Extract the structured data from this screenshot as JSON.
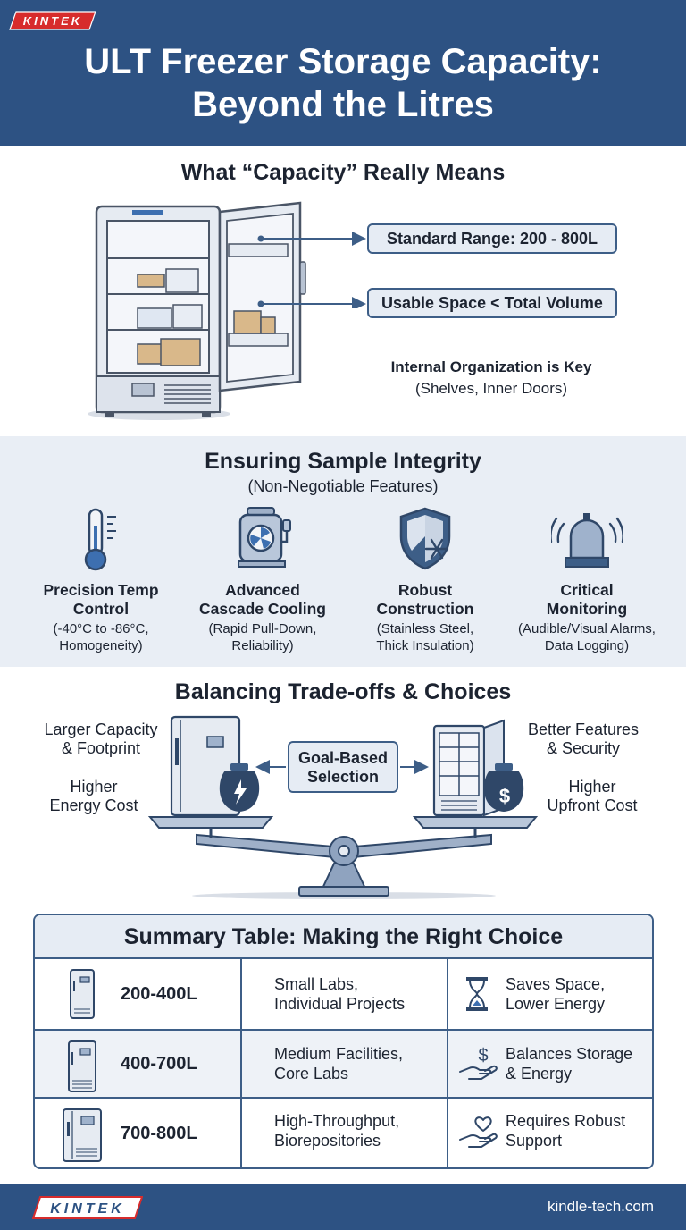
{
  "brand": "KINTEK",
  "title_line1": "ULT Freezer Storage Capacity:",
  "title_line2": "Beyond the Litres",
  "capacity": {
    "title": "What “Capacity” Really Means",
    "callout1": "Standard Range: 200 - 800L",
    "callout2": "Usable Space < Total Volume",
    "note_bold": "Internal Organization is Key",
    "note": "(Shelves, Inner Doors)"
  },
  "integrity": {
    "title": "Ensuring Sample Integrity",
    "subtitle": "(Non-Negotiable Features)",
    "features": [
      {
        "icon": "thermometer-icon",
        "title_line1": "Precision Temp",
        "title_line2": "Control",
        "desc_line1": "(-40°C to -86°C,",
        "desc_line2": "Homogeneity)"
      },
      {
        "icon": "compressor-icon",
        "title_line1": "Advanced",
        "title_line2": "Cascade Cooling",
        "desc_line1": "(Rapid Pull-Down,",
        "desc_line2": "Reliability)"
      },
      {
        "icon": "shield-snowflake-icon",
        "title_line1": "Robust",
        "title_line2": "Construction",
        "desc_line1": "(Stainless Steel,",
        "desc_line2": "Thick Insulation)"
      },
      {
        "icon": "alarm-icon",
        "title_line1": "Critical",
        "title_line2": "Monitoring",
        "desc_line1": "(Audible/Visual Alarms,",
        "desc_line2": "Data Logging)"
      }
    ]
  },
  "tradeoffs": {
    "title": "Balancing Trade-offs & Choices",
    "left1_line1": "Larger Capacity",
    "left1_line2": "& Footprint",
    "left2_line1": "Higher",
    "left2_line2": "Energy Cost",
    "right1_line1": "Better Features",
    "right1_line2": "& Security",
    "right2_line1": "Higher",
    "right2_line2": "Upfront Cost",
    "goal_line1": "Goal-Based",
    "goal_line2": "Selection"
  },
  "summary": {
    "title": "Summary Table: Making the Right Choice",
    "rows": [
      {
        "capacity": "200-400L",
        "use_line1": "Small Labs,",
        "use_line2": "Individual Projects",
        "benefit_icon": "hourglass-icon",
        "benefit_line1": "Saves Space,",
        "benefit_line2": "Lower Energy"
      },
      {
        "capacity": "400-700L",
        "use_line1": "Medium Facilities,",
        "use_line2": "Core Labs",
        "benefit_icon": "hand-dollar-icon",
        "benefit_line1": "Balances Storage",
        "benefit_line2": "& Energy"
      },
      {
        "capacity": "700-800L",
        "use_line1": "High-Throughput,",
        "use_line2": "Biorepositories",
        "benefit_icon": "hand-heart-icon",
        "benefit_line1": "Requires Robust",
        "benefit_line2": "Support"
      }
    ]
  },
  "footer": {
    "site": "kindle-tech.com"
  },
  "colors": {
    "header": "#2d5283",
    "accent": "#3d5e87",
    "light_panel": "#e9eef5",
    "logo_red": "#d72c2c"
  }
}
